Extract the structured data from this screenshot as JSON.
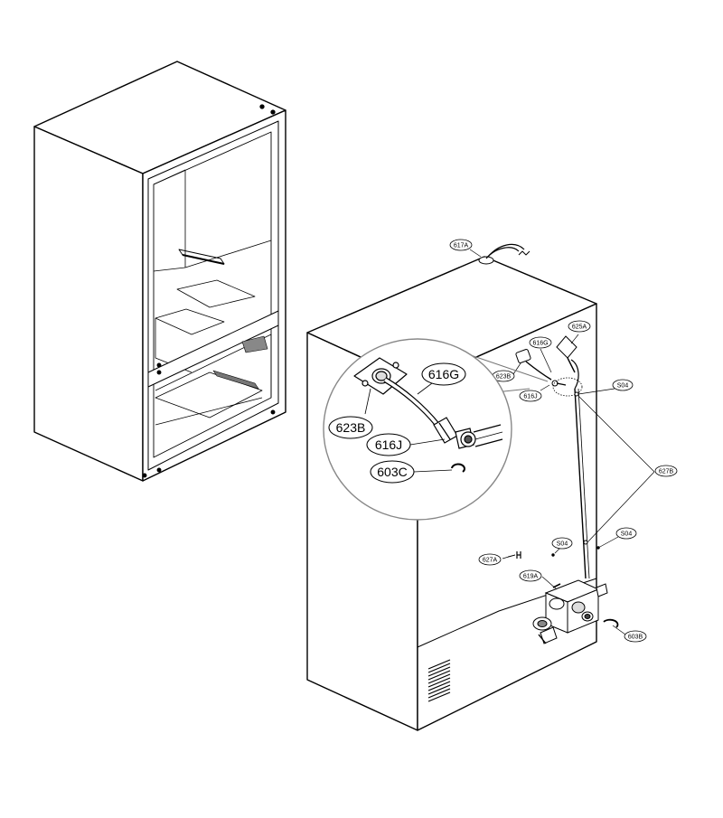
{
  "diagram": {
    "callouts_small": [
      {
        "id": "617A",
        "text": "617A"
      },
      {
        "id": "625A",
        "text": "625A"
      },
      {
        "id": "616G",
        "text": "616G"
      },
      {
        "id": "623B",
        "text": "623B"
      },
      {
        "id": "616J",
        "text": "616J"
      },
      {
        "id": "S04a",
        "text": "S04"
      },
      {
        "id": "627B",
        "text": "627B"
      },
      {
        "id": "S04b",
        "text": "S04"
      },
      {
        "id": "S04c",
        "text": "S04"
      },
      {
        "id": "627A",
        "text": "627A"
      },
      {
        "id": "619A",
        "text": "619A"
      },
      {
        "id": "603B",
        "text": "603B"
      }
    ],
    "callouts_large": [
      {
        "id": "616G",
        "text": "616G"
      },
      {
        "id": "623B",
        "text": "623B"
      },
      {
        "id": "616J",
        "text": "616J"
      },
      {
        "id": "603C",
        "text": "603C"
      }
    ]
  }
}
